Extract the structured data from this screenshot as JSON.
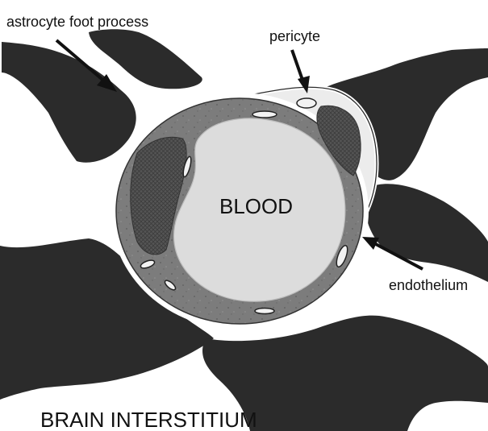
{
  "diagram": {
    "labels": {
      "astrocyte": "astrocyte foot process",
      "pericyte": "pericyte",
      "blood": "BLOOD",
      "endothelium": "endothelium",
      "interstitium": "BRAIN INTERSTITIUM"
    },
    "colors": {
      "astrocyte": "#2b2b2b",
      "vessel_wall": "#7c7c7c",
      "endothelial_cell": "#4d4d4d",
      "lumen": "#dcdcdc",
      "pericyte": "#ececec",
      "membrane": "#ffffff",
      "arrow": "#111111"
    }
  }
}
